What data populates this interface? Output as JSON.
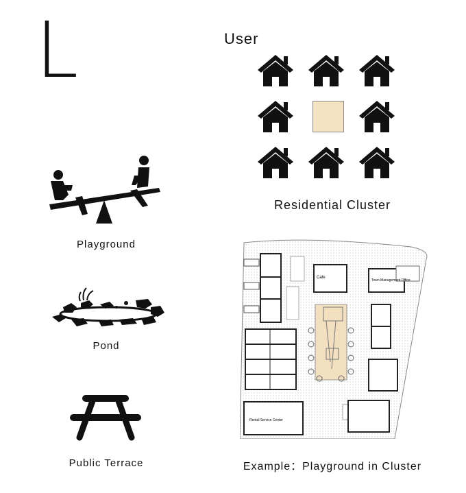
{
  "letter": "L",
  "user_label": "User",
  "cluster": {
    "caption": "Residential Cluster",
    "cells": [
      "house",
      "house",
      "house",
      "house",
      "center",
      "house",
      "house",
      "house",
      "house"
    ],
    "center_color": "#f3e3c2"
  },
  "icons": [
    {
      "name": "seesaw-icon",
      "label": "Playground"
    },
    {
      "name": "pond-icon",
      "label": "Pond"
    },
    {
      "name": "picnic-table-icon",
      "label": "Public Terrace"
    }
  ],
  "plan": {
    "caption": "Example：Playground in Cluster",
    "labels": {
      "cafe": "Cafe",
      "town_office": "Town Management Office",
      "rental": "Rental Service Center"
    },
    "highlight_color": "#f1dfbf"
  }
}
